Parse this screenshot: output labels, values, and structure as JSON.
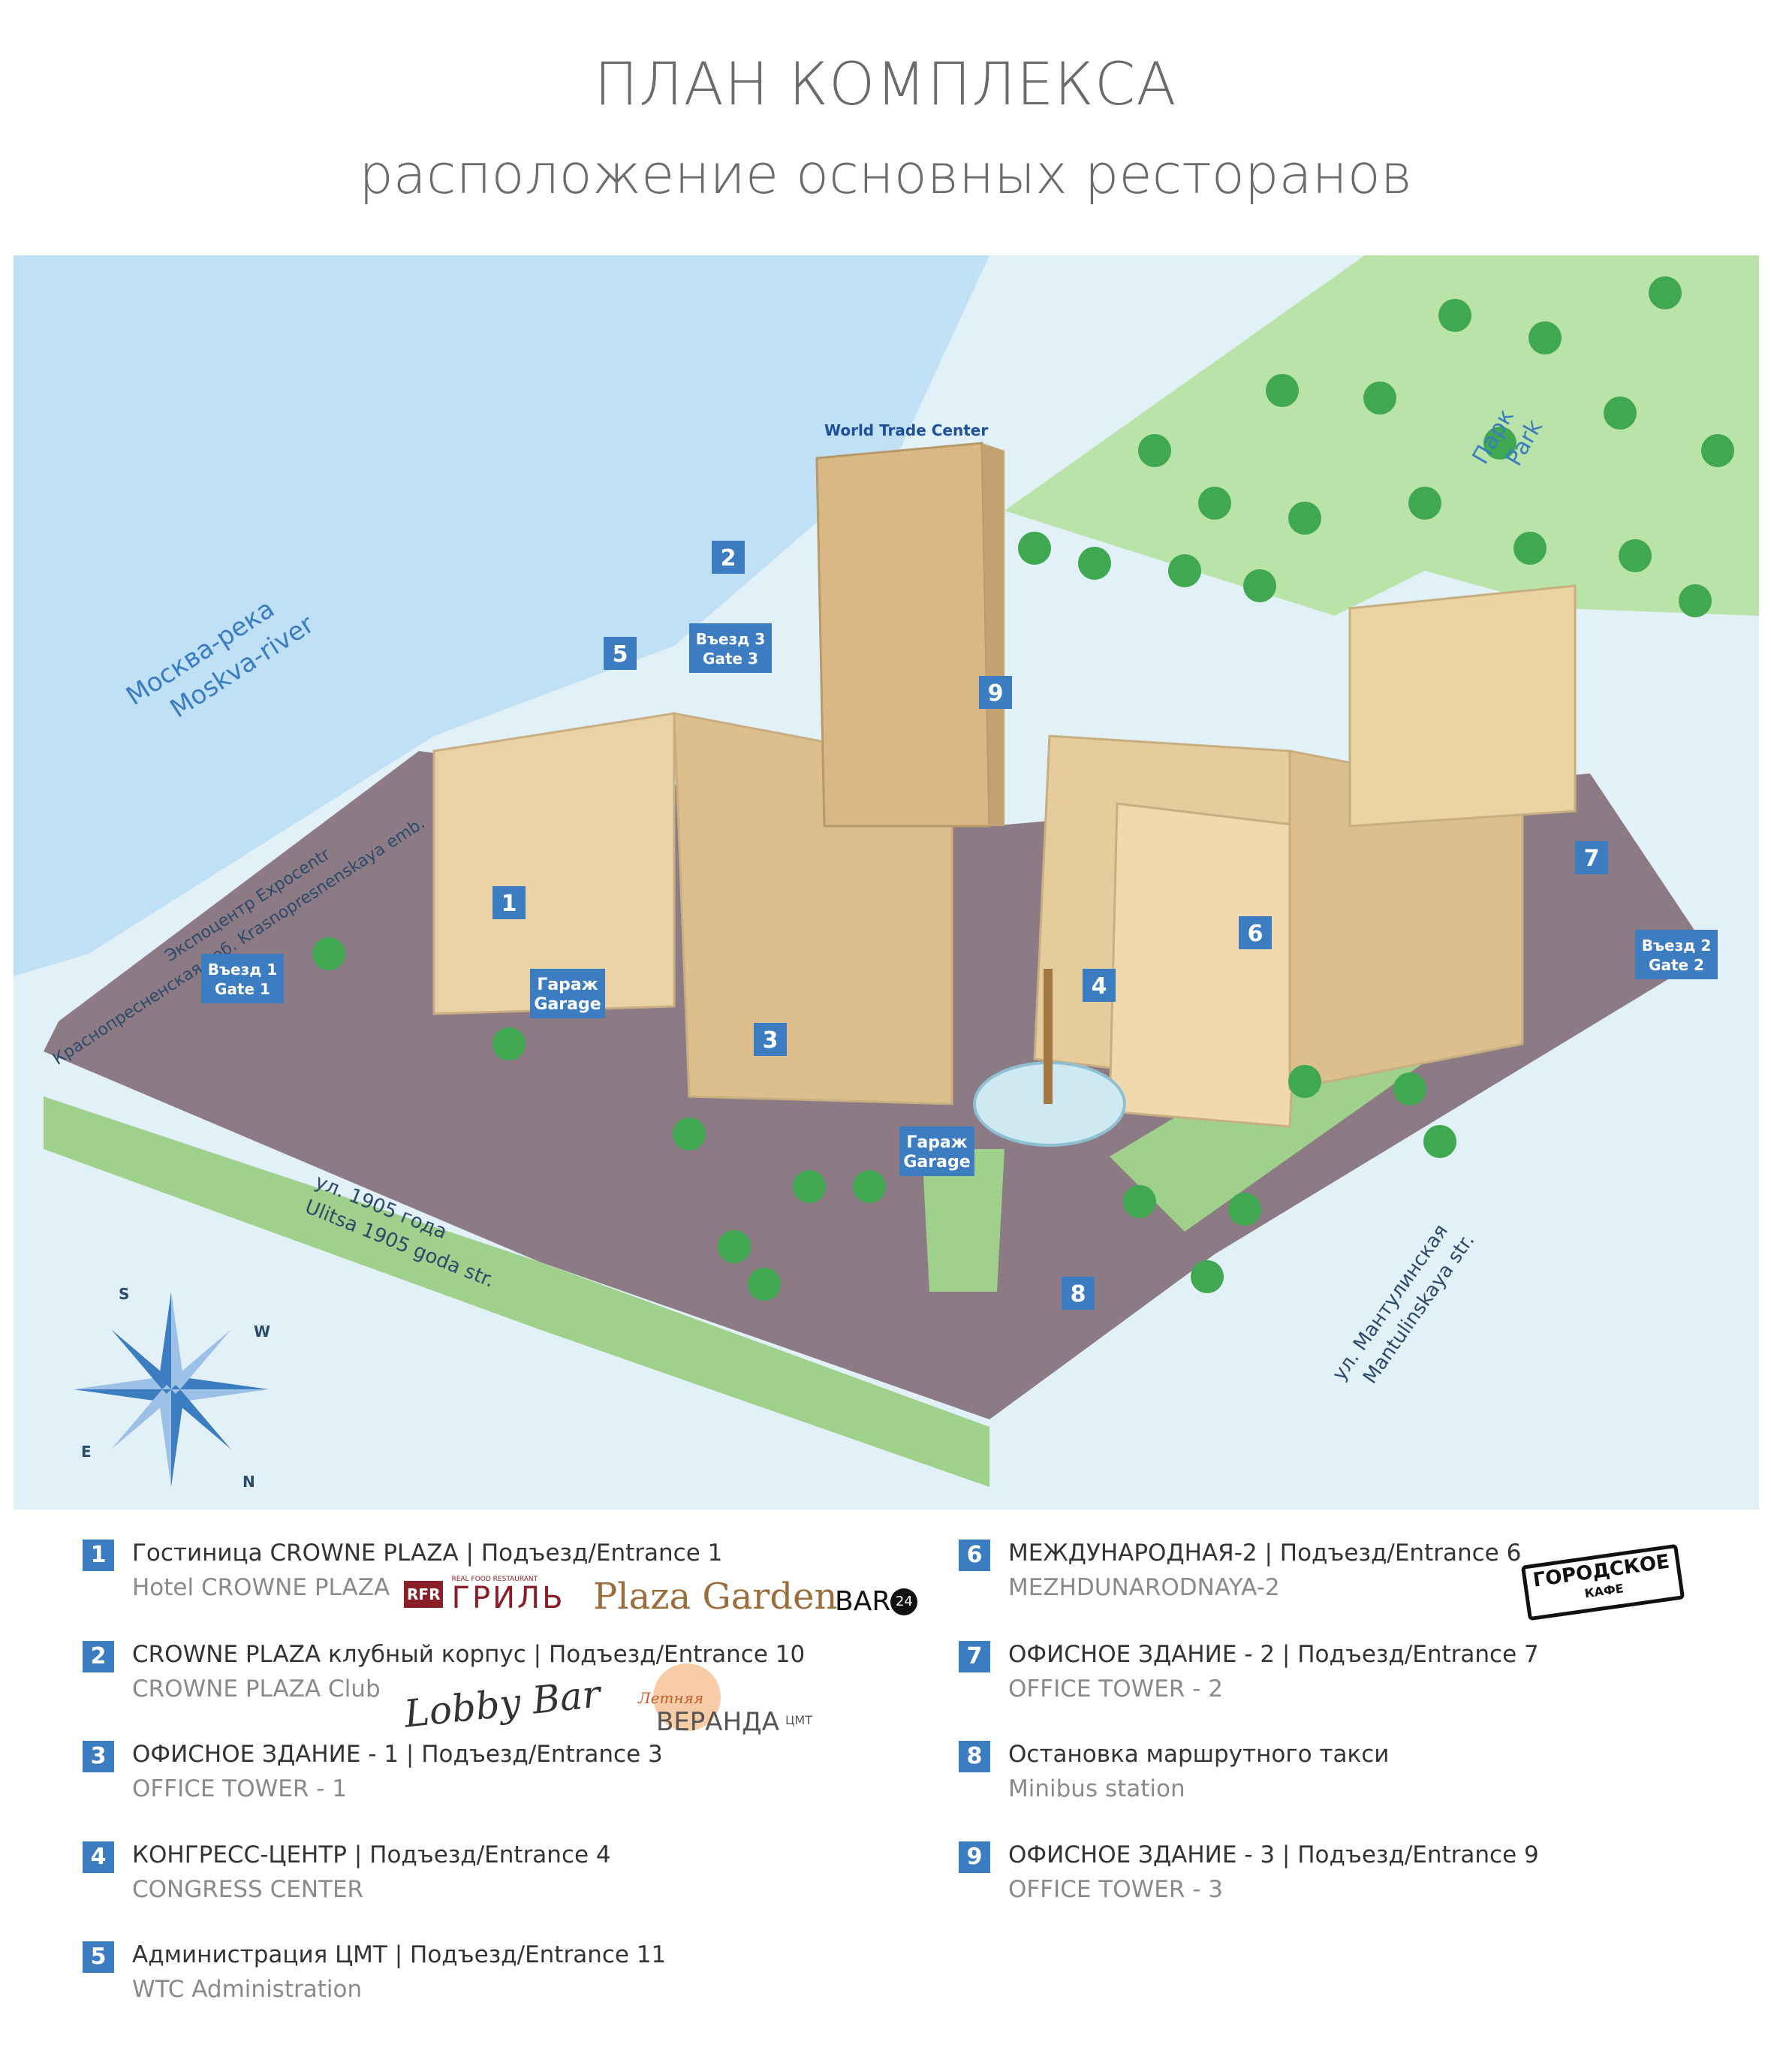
{
  "header": {
    "title": "ПЛАН КОМПЛЕКСА",
    "subtitle": "расположение основных ресторанов"
  },
  "map": {
    "river_label_ru": "Москва-река",
    "river_label_en": "Moskva-river",
    "park_label_ru": "Парк",
    "park_label_en": "Park",
    "embankment_label_ru": "Экспоцентр  Expocentr",
    "embankment_label_ru2": "Краснопресненская наб.  Krasnopresnenskaya emb.",
    "street1_ru": "ул. 1905 года",
    "street1_en": "Ulitsa 1905 goda str.",
    "street2_ru": "ул. Мантулинская",
    "street2_en": "Mantulinskaya str.",
    "tower_sign": "World Trade Center",
    "gate1": [
      "Въезд 1",
      "Gate 1"
    ],
    "gate2": [
      "Въезд 2",
      "Gate 2"
    ],
    "gate3": [
      "Въезд 3",
      "Gate 3"
    ],
    "garage": [
      "Гараж",
      "Garage"
    ],
    "markers": [
      "1",
      "2",
      "3",
      "4",
      "5",
      "6",
      "7",
      "8",
      "9"
    ],
    "compass": [
      "S",
      "W",
      "E",
      "N"
    ],
    "colors": {
      "river": "#bfe0f5",
      "embankment": "#e2f1f7",
      "park": "#b9e3a8",
      "road": "#8c7a84",
      "building": "#e9d2a6",
      "marker": "#3b7dc0",
      "lawn": "#9fd08c",
      "tree": "#3fa850"
    }
  },
  "legend": [
    {
      "num": "1",
      "line1": "Гостиница CROWNE PLAZA | Подъезд/Entrance 1",
      "line2": "Hotel CROWNE PLAZA"
    },
    {
      "num": "2",
      "line1": "CROWNE PLAZA клубный корпус | Подъезд/Entrance 10",
      "line2": "CROWNE PLAZA Club"
    },
    {
      "num": "3",
      "line1": "ОФИСНОЕ ЗДАНИЕ - 1 | Подъезд/Entrance 3",
      "line2": "OFFICE TOWER - 1"
    },
    {
      "num": "4",
      "line1": "КОНГРЕСС-ЦЕНТР | Подъезд/Entrance 4",
      "line2": "CONGRESS CENTER"
    },
    {
      "num": "5",
      "line1": "Администрация ЦМТ | Подъезд/Entrance 11",
      "line2": "WTC Administration"
    },
    {
      "num": "6",
      "line1": "МЕЖДУНАРОДНАЯ-2 | Подъезд/Entrance 6",
      "line2": "MEZHDUNARODNAYA-2"
    },
    {
      "num": "7",
      "line1": "ОФИСНОЕ ЗДАНИЕ - 2 | Подъезд/Entrance 7",
      "line2": "OFFICE TOWER - 2"
    },
    {
      "num": "8",
      "line1": "Остановка маршрутного такси",
      "line2": "Minibus station"
    },
    {
      "num": "9",
      "line1": "ОФИСНОЕ ЗДАНИЕ - 3 | Подъезд/Entrance 9",
      "line2": "OFFICE TOWER - 3"
    }
  ],
  "logos": {
    "grill_badge": "RFR",
    "grill_small": "REAL FOOD RESTAURANT",
    "grill": "ГРИЛЬ",
    "plaza_garden": "Plaza Garden",
    "bar24_text": "BAR",
    "bar24_num": "24",
    "lobby_bar": "Lobby Bar",
    "veranda_script": "Летняя",
    "veranda": "ВЕРАНДА",
    "veranda_small": "ЦМТ",
    "gorodskoe": "ГОРОДСКОЕ",
    "kafe": "КАФЕ"
  }
}
